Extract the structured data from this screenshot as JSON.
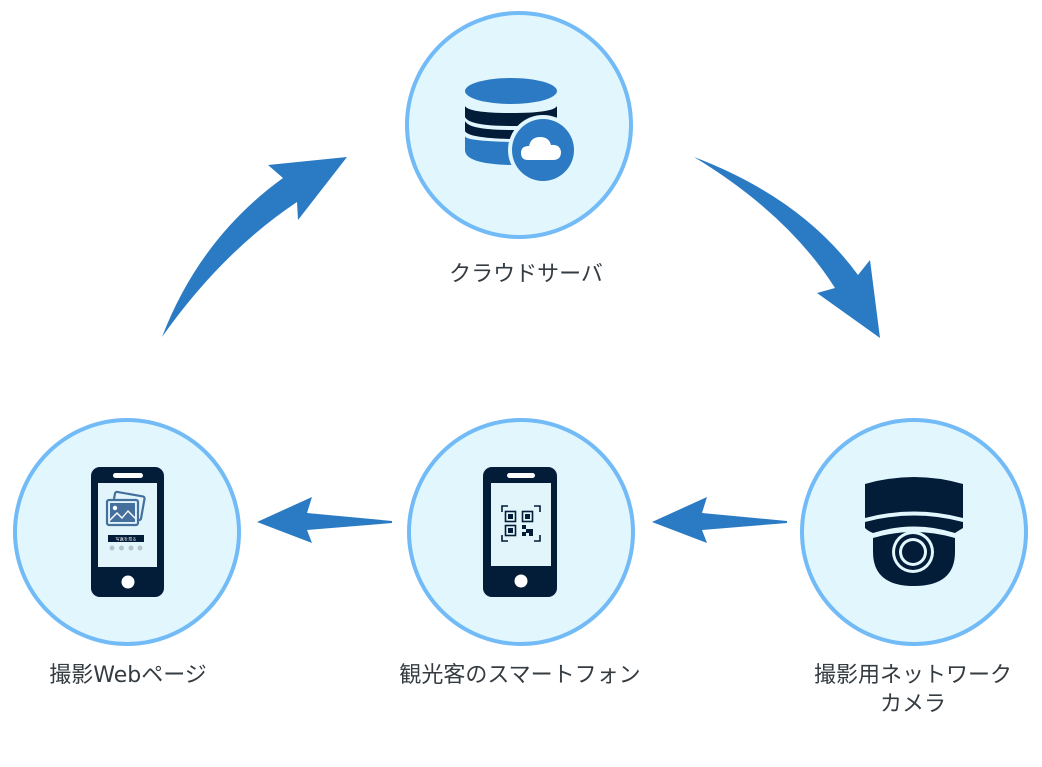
{
  "diagram": {
    "type": "cycle-flow",
    "colors": {
      "circle_fill": "#e1f7fd",
      "circle_stroke": "#72bbf6",
      "arrow": "#2b7bc4",
      "icon_dark": "#031c38",
      "icon_blue": "#2c7ac3",
      "label_text": "#343b41"
    },
    "nodes": [
      {
        "id": "cloud-server",
        "icon": "database-cloud-icon",
        "label": "クラウドサーバ"
      },
      {
        "id": "network-camera",
        "icon": "dome-camera-icon",
        "label_lines": [
          "撮影用ネットワーク",
          "カメラ"
        ]
      },
      {
        "id": "tourist-smartphone",
        "icon": "smartphone-qr-icon",
        "label": "観光客のスマートフォン"
      },
      {
        "id": "photo-web-page",
        "icon": "smartphone-photo-gallery-icon",
        "label": "撮影Webページ",
        "screen_button_label": "写真を見る"
      }
    ],
    "edges": [
      {
        "from": "cloud-server",
        "to": "network-camera",
        "direction": "down-right"
      },
      {
        "from": "network-camera",
        "to": "tourist-smartphone",
        "direction": "left"
      },
      {
        "from": "tourist-smartphone",
        "to": "photo-web-page",
        "direction": "left"
      },
      {
        "from": "photo-web-page",
        "to": "cloud-server",
        "direction": "up-right"
      }
    ]
  }
}
